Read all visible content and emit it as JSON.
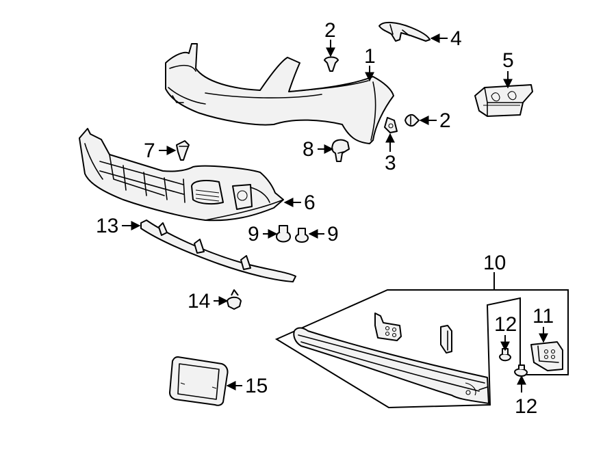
{
  "callouts": {
    "c1": "1",
    "c2a": "2",
    "c2b": "2",
    "c3": "3",
    "c4": "4",
    "c5": "5",
    "c6": "6",
    "c7": "7",
    "c8": "8",
    "c9a": "9",
    "c9b": "9",
    "c10": "10",
    "c11": "11",
    "c12a": "12",
    "c12b": "12",
    "c13": "13",
    "c14": "14",
    "c15": "15"
  }
}
